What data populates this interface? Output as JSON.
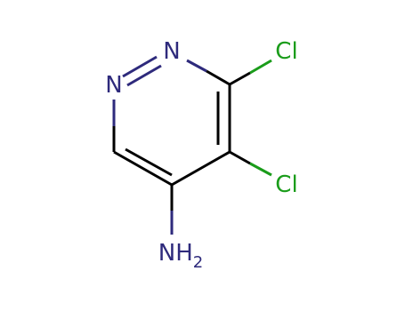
{
  "molecule": {
    "colors": {
      "carbon_bond": "#000000",
      "nitrogen": "#2e2a7c",
      "chlorine": "#1a9c1a",
      "background": "#ffffff"
    },
    "labels": {
      "n1": "N",
      "n2": "N",
      "cl_upper": "Cl",
      "cl_lower": "Cl",
      "amine_main": "NH",
      "amine_sub": "2"
    }
  }
}
